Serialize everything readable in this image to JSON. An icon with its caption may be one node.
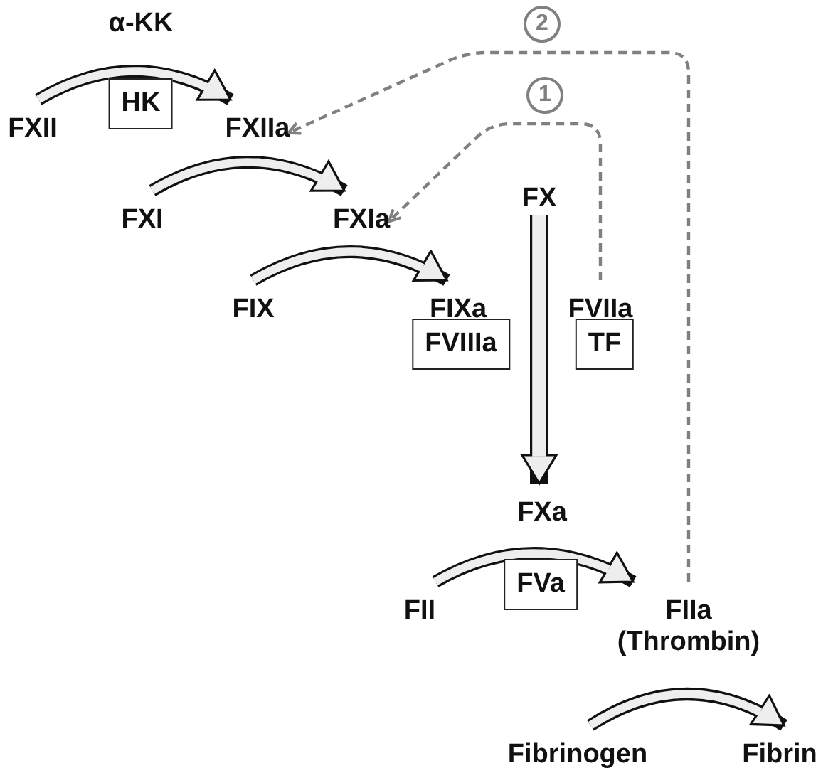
{
  "diagram": {
    "nodes": [
      {
        "text": [
          "FXII"
        ]
      },
      {
        "text": [
          "HK"
        ]
      },
      {
        "text": [
          "FXIIa"
        ]
      },
      {
        "text": [
          "FXI"
        ]
      },
      {
        "text": [
          "FXIa"
        ]
      },
      {
        "text": [
          "FIX"
        ]
      },
      {
        "text": [
          "FIXa"
        ]
      },
      {
        "text": [
          "FX"
        ]
      },
      {
        "text": [
          "FVIIa"
        ]
      },
      {
        "text": [
          "FVIIIa"
        ]
      },
      {
        "text": [
          "TF"
        ]
      },
      {
        "text": [
          "FXa"
        ]
      },
      {
        "text": [
          "FII"
        ]
      },
      {
        "text": [
          "FVa"
        ]
      },
      {
        "text": [
          "FIIa",
          "(Thrombin)"
        ]
      },
      {
        "text": [
          "Fibrinogen"
        ]
      },
      {
        "text": [
          "Fibrin"
        ]
      }
    ],
    "edges": [
      {
        "from": 0,
        "to": 2,
        "arrow": "to"
      },
      {
        "from": 3,
        "to": 4,
        "arrow": "to"
      },
      {
        "from": 5,
        "to": 6,
        "arrow": "to"
      },
      {
        "from": 7,
        "to": 11,
        "arrow": "to"
      },
      {
        "from": 12,
        "to": 14,
        "arrow": "to"
      },
      {
        "from": 15,
        "to": 16,
        "arrow": "to"
      },
      {
        "from": 8,
        "to": 4,
        "arrow": "to",
        "label": "1",
        "style": "dashed",
        "color": "#808080"
      },
      {
        "from": 14,
        "to": 2,
        "arrow": "to",
        "label": "2",
        "style": "dashed",
        "color": "#808080"
      }
    ],
    "labels": [
      "α-KK"
    ]
  }
}
